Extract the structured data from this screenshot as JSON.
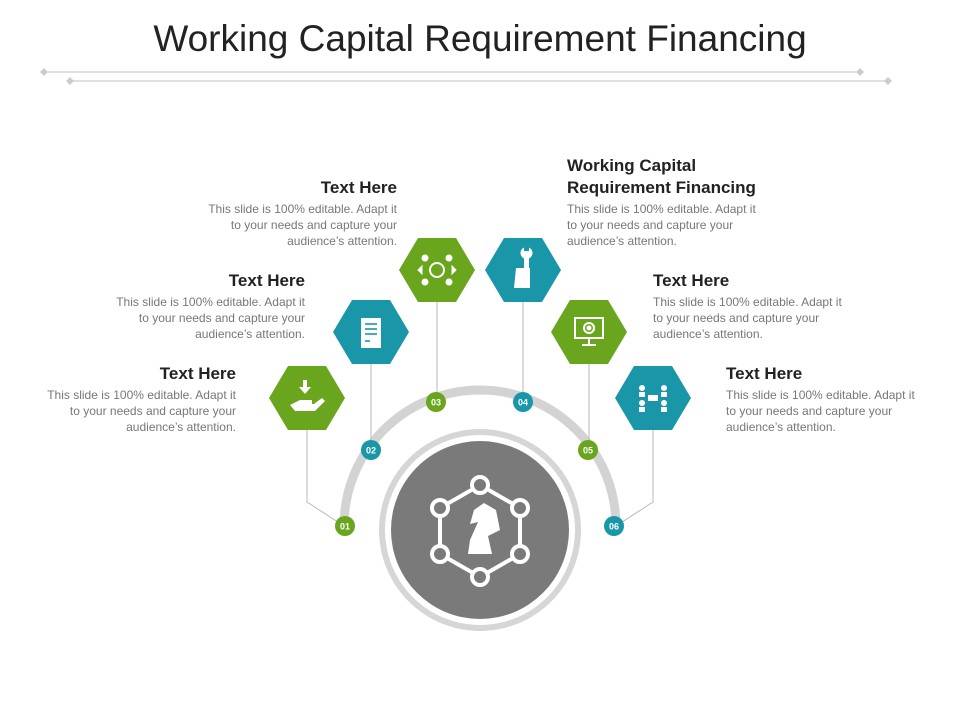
{
  "title": "Working Capital Requirement Financing",
  "colors": {
    "green": "#6aa51e",
    "teal": "#1997a8",
    "gray": "#7a7a7a",
    "arc": "#d0d0d0",
    "line": "#b0b0b0"
  },
  "center_icon": "chess-knight-network-icon",
  "items": [
    {
      "number": "01",
      "heading": "Text Here",
      "body": "This slide is 100% editable. Adapt it to your needs and capture your audience’s attention.",
      "icon": "hand-receive-icon"
    },
    {
      "number": "02",
      "heading": "Text Here",
      "body": "This slide is 100% editable. Adapt it to your needs and capture your audience’s attention.",
      "icon": "document-icon"
    },
    {
      "number": "03",
      "heading": "Text Here",
      "body": "This slide is 100% editable. Adapt it to your needs and capture your audience’s attention.",
      "icon": "money-cycle-icon"
    },
    {
      "number": "04",
      "heading": "Working Capital Requirement Financing",
      "body": "This slide is 100% editable. Adapt it to your needs and capture your audience’s attention.",
      "icon": "hand-wrench-icon"
    },
    {
      "number": "05",
      "heading": "Text Here",
      "body": "This slide is 100% editable. Adapt it to your needs and capture your audience’s attention.",
      "icon": "monitor-gear-icon"
    },
    {
      "number": "06",
      "heading": "Text Here",
      "body": "This slide is 100% editable. Adapt it to your needs and capture your audience’s attention.",
      "icon": "team-network-icon"
    }
  ]
}
